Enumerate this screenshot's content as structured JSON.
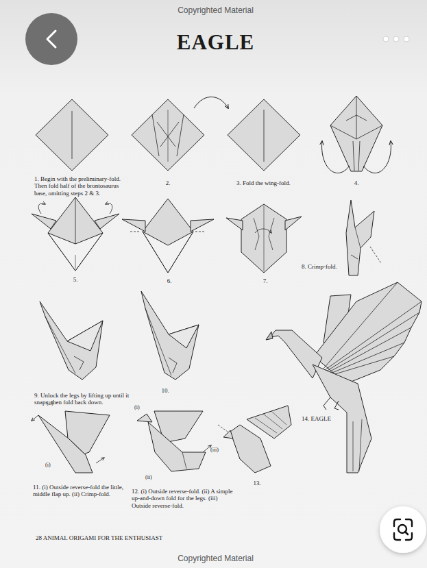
{
  "diagram": {
    "title": "EAGLE",
    "labels": [
      "Copyrighted Material",
      "1. Begin with the preliminary-fold. Then fold half of the brontosaurus base, omitting steps 2 & 3.",
      "2.",
      "3. Fold the wing-fold.",
      "4.",
      "5.",
      "6.",
      "7.",
      "8. Crimp-fold.",
      "9. Unlock the legs by lifting up until it snaps, then fold back down.",
      "10.",
      "14. EAGLE",
      "(ii)",
      "(i)",
      "11. (i) Outside reverse-fold the little, middle flap up. (ii) Crimp-fold.",
      "(i)",
      "(ii)",
      "(iii)",
      "12. (i) Outside reverse-fold. (ii) A simple up-and-down fold for the legs. (iii) Outside reverse-fold.",
      "13.",
      "28 ANIMAL ORIGAMI FOR THE ENTHUSIAST",
      "Copyrighted Material"
    ]
  }
}
